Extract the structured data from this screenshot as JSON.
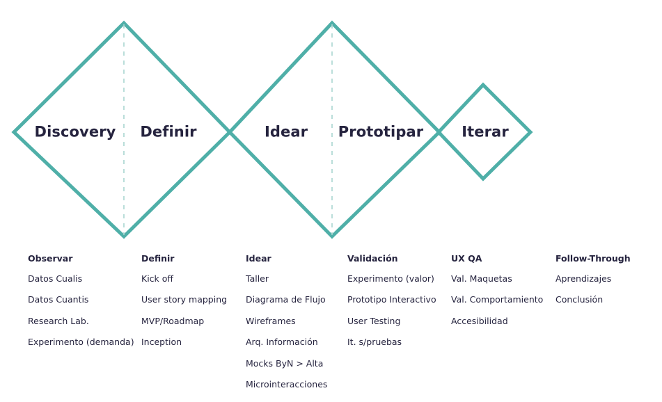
{
  "colors": {
    "diamond_stroke": "#4FAFA8",
    "divider_dashed": "#A8D5D0",
    "text": "#26243F",
    "background": "#FFFFFF"
  },
  "diagram": {
    "type": "double-diamond",
    "phases": [
      {
        "label": "Discovery"
      },
      {
        "label": "Definir"
      },
      {
        "label": "Idear"
      },
      {
        "label": "Prototipar"
      },
      {
        "label": "Iterar"
      }
    ]
  },
  "columns": [
    {
      "title": "Observar",
      "items": [
        "Datos Cualis",
        "Datos Cuantis",
        "Research Lab.",
        "Experimento (demanda)"
      ]
    },
    {
      "title": "Definir",
      "items": [
        "Kick off",
        "User story mapping",
        "MVP/Roadmap",
        "Inception"
      ]
    },
    {
      "title": "Idear",
      "items": [
        "Taller",
        "Diagrama de Flujo",
        "Wireframes",
        "Arq. Información",
        "Mocks ByN > Alta",
        "Microinteracciones"
      ]
    },
    {
      "title": "Validación",
      "items": [
        "Experimento (valor)",
        "Prototipo Interactivo",
        "User Testing",
        "It. s/pruebas"
      ]
    },
    {
      "title": "UX QA",
      "items": [
        "Val. Maquetas",
        "Val. Comportamiento",
        "Accesibilidad"
      ]
    },
    {
      "title": "Follow-Through",
      "items": [
        "Aprendizajes",
        "Conclusión"
      ]
    }
  ]
}
